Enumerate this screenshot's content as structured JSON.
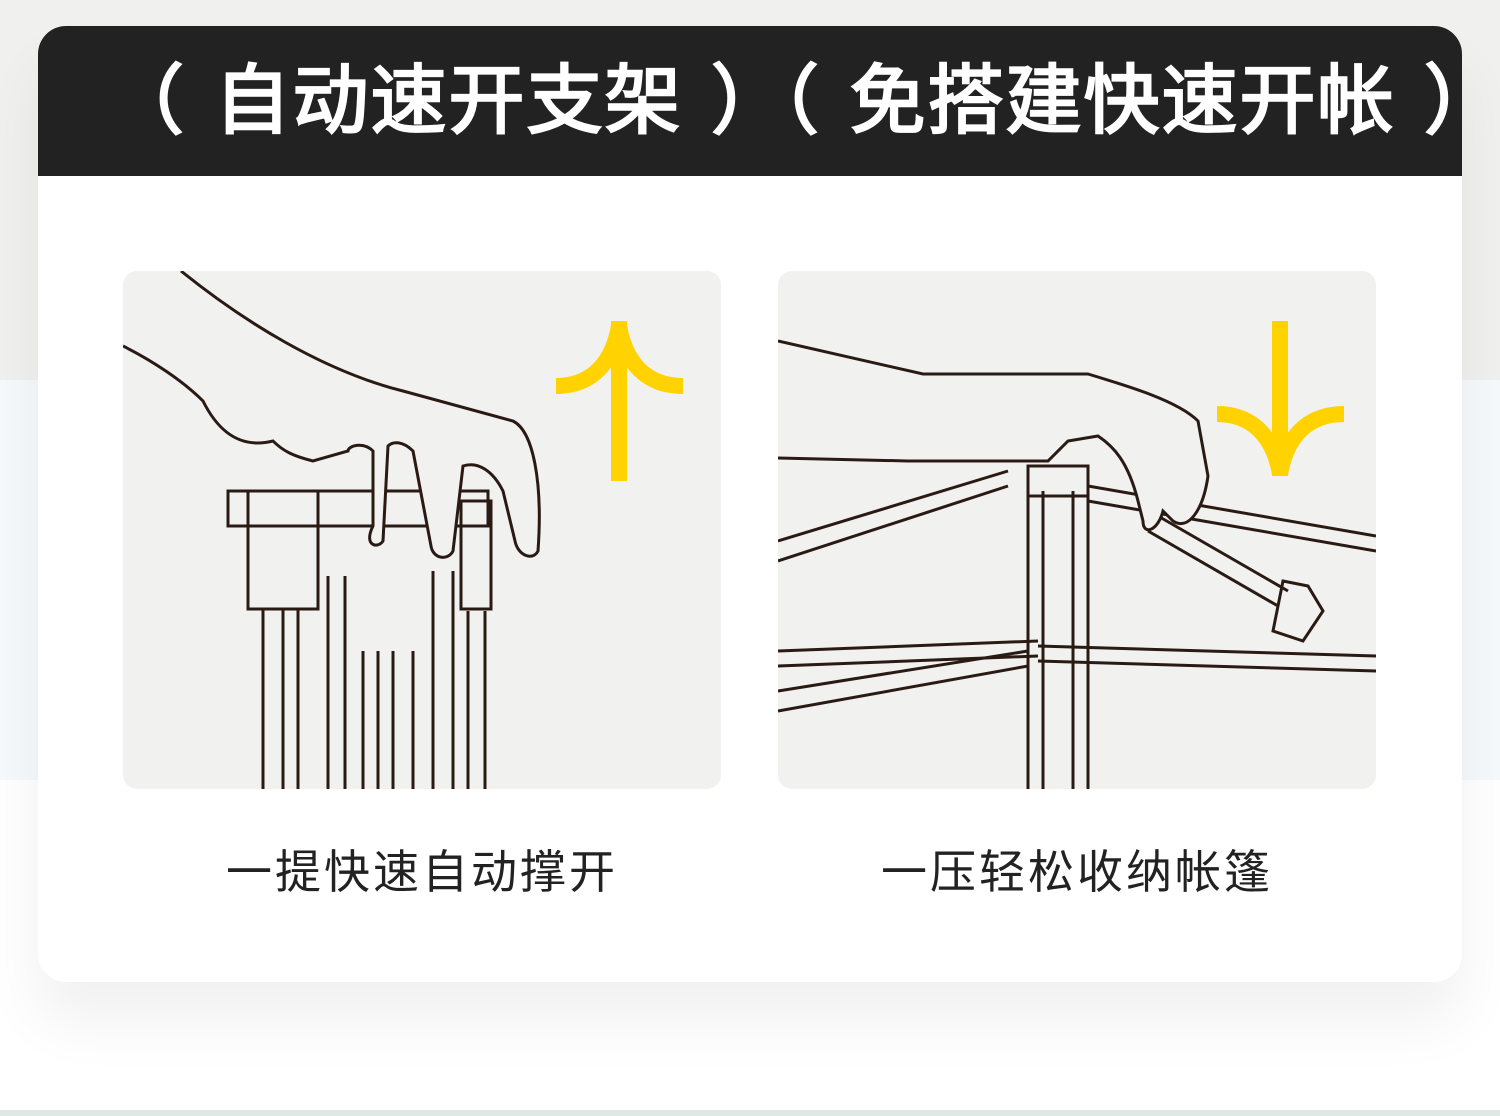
{
  "header": {
    "title_left": "（ 自动速开支架 ）",
    "title_right": "（ 免搭建快速开帐 ）"
  },
  "panels": [
    {
      "caption": "一提快速自动撑开",
      "arrow": "arrow-up-icon"
    },
    {
      "caption": "一压轻松收纳帐篷",
      "arrow": "arrow-down-icon"
    }
  ],
  "colors": {
    "header_bg": "#222222",
    "arrow": "#ffd200",
    "line": "#2a1a14",
    "panel_bg": "#f1f1ef"
  }
}
